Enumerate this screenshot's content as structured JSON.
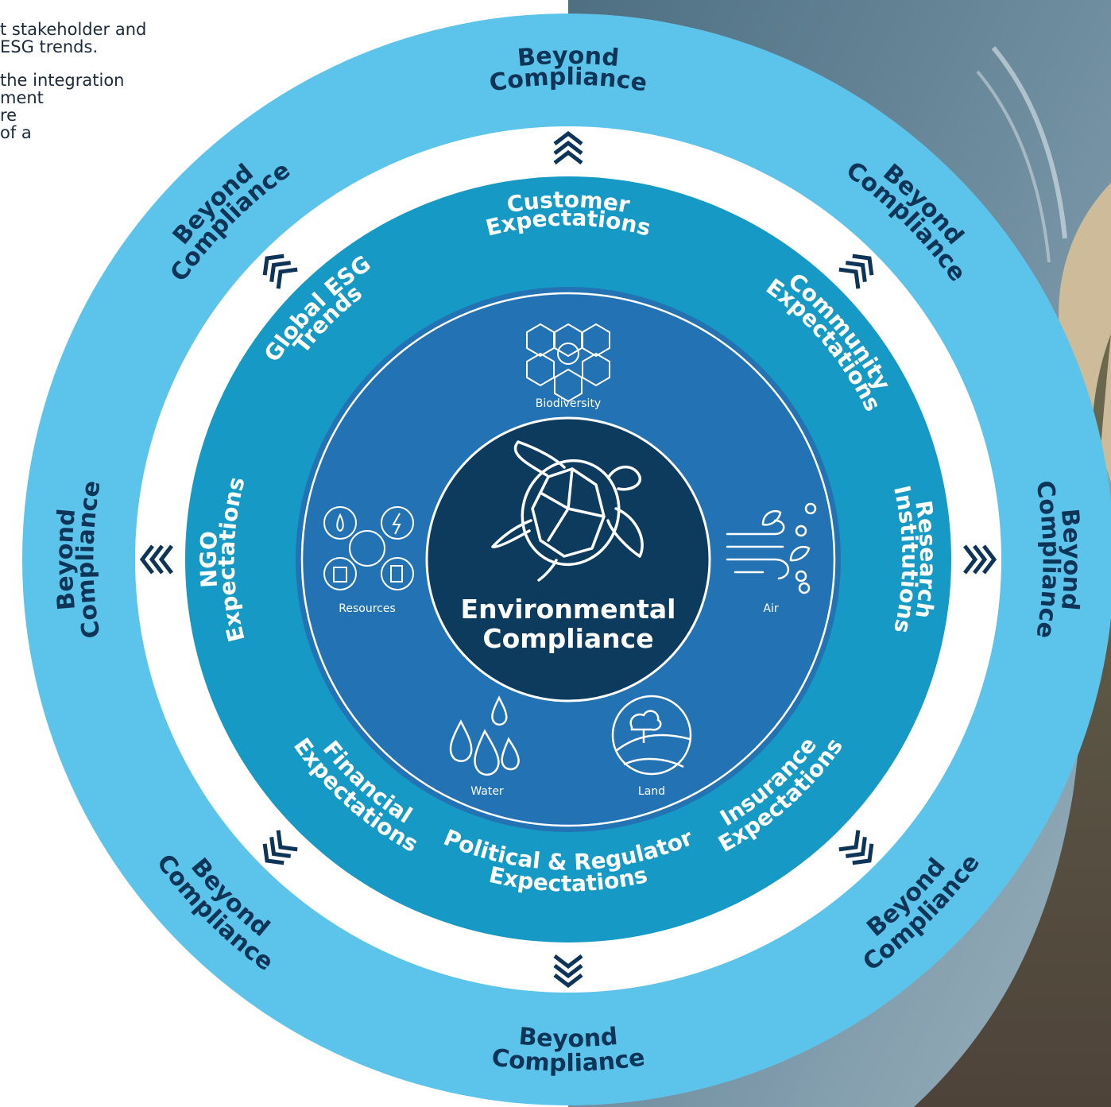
{
  "intro": {
    "lines": [
      "t stakeholder and",
      "ESG trends.",
      "",
      "the integration",
      "ment",
      "re",
      "of a"
    ]
  },
  "center": {
    "line1": "Environmental",
    "line2": "Compliance",
    "icon": "sea-turtle-icon"
  },
  "pillars": [
    {
      "label": "Biodiversity",
      "icon": "biodiversity-hexagons-icon"
    },
    {
      "label": "Resources",
      "icon": "resources-cluster-icon"
    },
    {
      "label": "Air",
      "icon": "air-wind-icon"
    },
    {
      "label": "Water",
      "icon": "water-drops-icon"
    },
    {
      "label": "Land",
      "icon": "land-landscape-icon"
    }
  ],
  "expectations": [
    {
      "line1": "Customer",
      "line2": "Expectations"
    },
    {
      "line1": "Community",
      "line2": "Expectations"
    },
    {
      "line1": "Research",
      "line2": "Institutions"
    },
    {
      "line1": "Insurance",
      "line2": "Expectations"
    },
    {
      "line1": "Political & Regulator",
      "line2": "Expectations"
    },
    {
      "line1": "Financial",
      "line2": "Expectations"
    },
    {
      "line1": "NGO",
      "line2": "Expectations"
    },
    {
      "line1": "Global ESG",
      "line2": "Trends"
    }
  ],
  "beyond": {
    "line1": "Beyond",
    "line2": "Compliance"
  },
  "colors": {
    "outer_ring": "#5cc3ea",
    "white_gap": "#ffffff",
    "expectation_ring": "#1699c4",
    "pillar_disc": "#2272b4",
    "center_disc": "#0c3b5e",
    "text_dark": "#0e3557",
    "text_light": "#ffffff",
    "chevron": "#0e3557"
  }
}
